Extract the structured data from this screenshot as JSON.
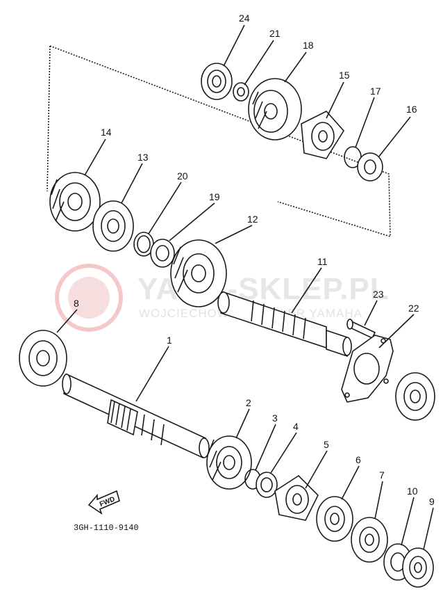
{
  "diagram": {
    "part_code": "3GH-1110-9140",
    "fwd_label": "FWD",
    "watermark": {
      "brand": "YAMA-SKLEP.PL",
      "subtitle": "WOJCIECHOWICZ DEALER YAMAHA"
    },
    "callouts": {
      "p1": "1",
      "p2": "2",
      "p3": "3",
      "p4": "4",
      "p5": "5",
      "p6": "6",
      "p7": "7",
      "p8": "8",
      "p9": "9",
      "p10": "10",
      "p11": "11",
      "p12": "12",
      "p13": "13",
      "p14": "14",
      "p15": "15",
      "p16": "16",
      "p17": "17",
      "p18": "18",
      "p19": "19",
      "p20": "20",
      "p21": "21",
      "p22": "22",
      "p23": "23",
      "p24": "24"
    }
  }
}
